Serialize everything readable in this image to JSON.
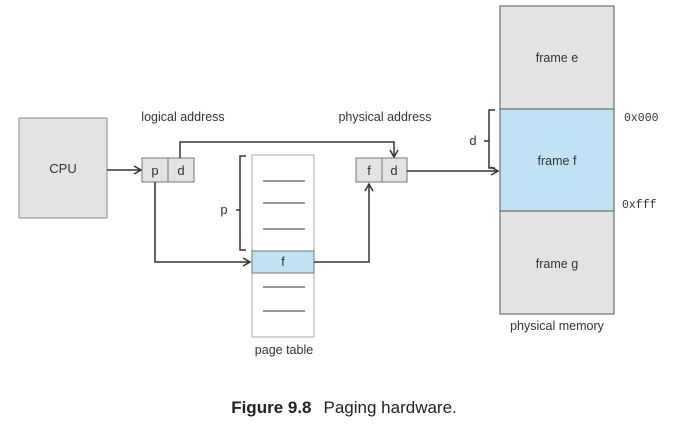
{
  "labels": {
    "cpu": "CPU",
    "logical_address": "logical address",
    "physical_address": "physical address",
    "page_table": "page table",
    "physical_memory": "physical memory",
    "p": "p",
    "d": "d",
    "f": "f",
    "p_brace": "p",
    "d_brace": "d",
    "frame_e": "frame e",
    "frame_f": "frame f",
    "frame_g": "frame g",
    "addr_start": "0x000",
    "addr_end": "0xfff"
  },
  "caption": {
    "number": "Figure 9.8",
    "text": "Paging hardware."
  },
  "colors": {
    "box_gray": "#e3e3e3",
    "highlight_blue": "#bfe3f4",
    "line": "#333333"
  }
}
